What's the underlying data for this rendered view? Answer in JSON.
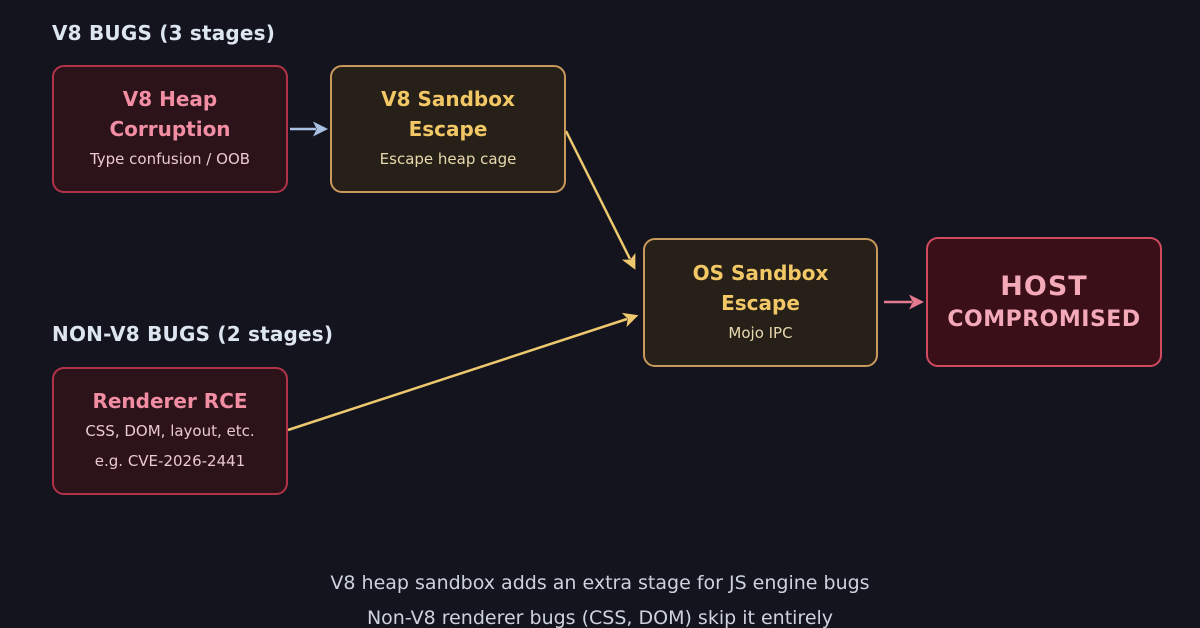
{
  "diagram": {
    "group_labels": {
      "v8": "V8 BUGS (3 stages)",
      "non_v8": "NON-V8 BUGS (2 stages)"
    },
    "nodes": {
      "v8_heap": {
        "title": "V8 Heap Corruption",
        "subtitle": "Type confusion / OOB"
      },
      "v8_sandbox": {
        "title": "V8 Sandbox Escape",
        "subtitle": "Escape heap cage"
      },
      "renderer_rce": {
        "title": "Renderer RCE",
        "subtitle1": "CSS, DOM, layout, etc.",
        "subtitle2": "e.g. CVE-2026-2441"
      },
      "os_sandbox": {
        "title": "OS Sandbox Escape",
        "subtitle": "Mojo IPC"
      },
      "host": {
        "title_line1": "HOST",
        "title_line2": "COMPROMISED"
      }
    },
    "edges": [
      {
        "from": "v8_heap",
        "to": "v8_sandbox",
        "color": "#a9c2e4"
      },
      {
        "from": "v8_sandbox",
        "to": "os_sandbox",
        "color": "#edc86e"
      },
      {
        "from": "renderer_rce",
        "to": "os_sandbox",
        "color": "#edc86e"
      },
      {
        "from": "os_sandbox",
        "to": "host",
        "color": "#e5798f"
      }
    ],
    "captions": {
      "line1": "V8 heap sandbox adds an extra stage for JS engine bugs",
      "line2": "Non-V8 renderer bugs (CSS, DOM) skip it entirely"
    },
    "colors": {
      "background": "#14141e",
      "label_text": "#dde5f1",
      "red_node_border": "#b23349",
      "red_node_bg": "#2c1219",
      "red_node_title": "#f18ea3",
      "red_node_subtitle": "#eac9d0",
      "gold_node_border": "#c9995c",
      "gold_node_bg": "#262018",
      "gold_node_title": "#f2c765",
      "gold_node_subtitle": "#e8d9ad",
      "host_node_border": "#d14b5f",
      "host_node_bg": "#3b0f17",
      "host_node_text": "#f4a9b8",
      "edge_blue": "#a9c2e4",
      "edge_gold": "#edc86e",
      "edge_pink": "#e5798f",
      "caption_text": "#ccd2df"
    }
  }
}
